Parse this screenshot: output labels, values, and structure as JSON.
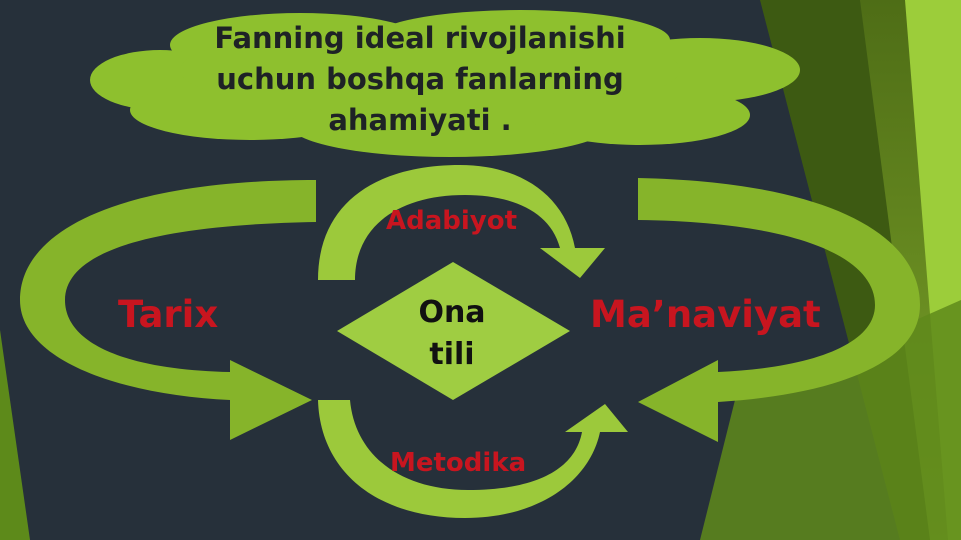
{
  "diagram": {
    "title": "Fanning ideal rivojlanishi uchun boshqa fanlarning ahamiyati .",
    "title_lines": [
      "Fanning ideal rivojlanishi",
      "uchun boshqa fanlarning",
      "ahamiyati ."
    ],
    "center": "Ona tili",
    "center_lines": [
      "Ona",
      "tili"
    ],
    "left": "Tarix",
    "right": "Ma’naviyat",
    "top": "Adabiyot",
    "bottom": "Metodika"
  },
  "colors": {
    "background": "#26303a",
    "green_dark": "#6f9a22",
    "green_light": "#a9cf4a",
    "green_cloud": "#8ec02e",
    "label_red": "#c8151f",
    "text_dark": "#1e2226"
  }
}
